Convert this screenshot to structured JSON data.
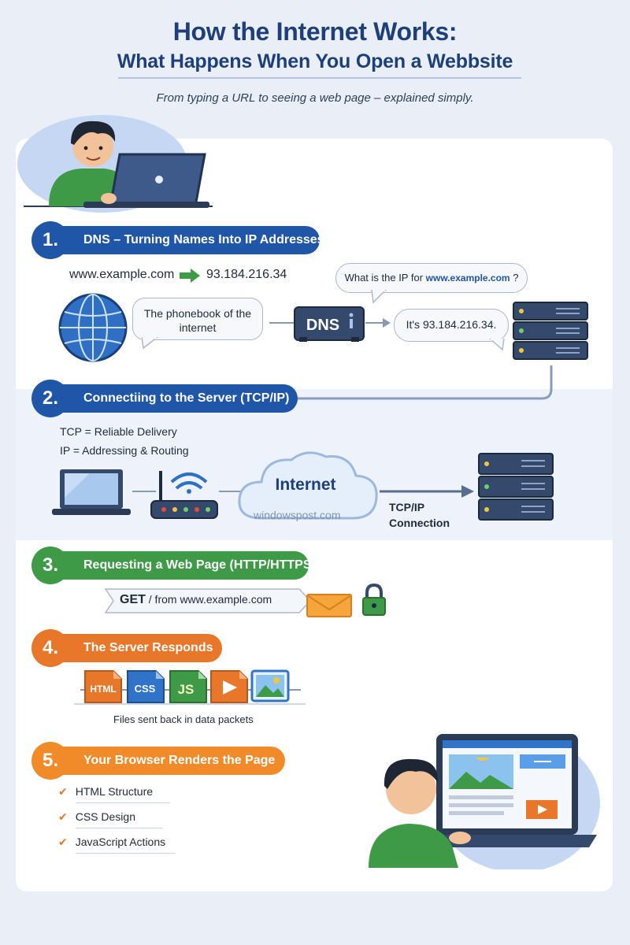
{
  "header": {
    "title_line1": "How the Internet Works:",
    "title_line2": "What Happens When You Open a Webbsite",
    "subtitle": "From typing a URL to seeing a web page – explained simply."
  },
  "steps": [
    {
      "number": "1.",
      "title": "DNS – Turning Names Into IP Addresses",
      "domain": "www.example.com",
      "ip": "93.184.216.34",
      "phonebook_bubble": "The phonebook of the internet",
      "query_prefix": "What is the IP for ",
      "query_domain": "www.example.com",
      "query_suffix": " ?",
      "answer": "It's 93.184.216.34.",
      "dns_label": "DNS"
    },
    {
      "number": "2.",
      "title": "Connectiing to the Server (TCP/IP)",
      "tcp_line": "TCP = Reliable Delivery",
      "ip_line": "IP = Addressing & Routing",
      "cloud_label": "Internet",
      "watermark": "windowspost.com",
      "connection_line1": "TCP/IP",
      "connection_line2": "Connection"
    },
    {
      "number": "3.",
      "title": "Requesting a Web Page (HTTP/HTTPS)",
      "request_method": "GET",
      "request_text": " / from www.example.com"
    },
    {
      "number": "4.",
      "title": "The Server Responds",
      "files": [
        "HTML",
        "CSS",
        "JS"
      ],
      "caption": "Files sent back in data packets"
    },
    {
      "number": "5.",
      "title": "Your Browser Renders the Page",
      "checklist": [
        "HTML Structure",
        "CSS Design",
        "JavaScript Actions"
      ]
    }
  ],
  "colors": {
    "step1": "#1f56a8",
    "step2": "#1f56a8",
    "step3": "#3e9a46",
    "step4": "#e9772a",
    "step5": "#f18b29"
  },
  "icons": [
    "person-laptop-icon",
    "globe-icon",
    "dns-box-icon",
    "server-rack-icon",
    "laptop-icon",
    "router-icon",
    "cloud-icon",
    "envelope-icon",
    "lock-icon",
    "html-file-icon",
    "css-file-icon",
    "js-file-icon",
    "video-file-icon",
    "image-file-icon",
    "check-icon",
    "browser-person-icon"
  ]
}
